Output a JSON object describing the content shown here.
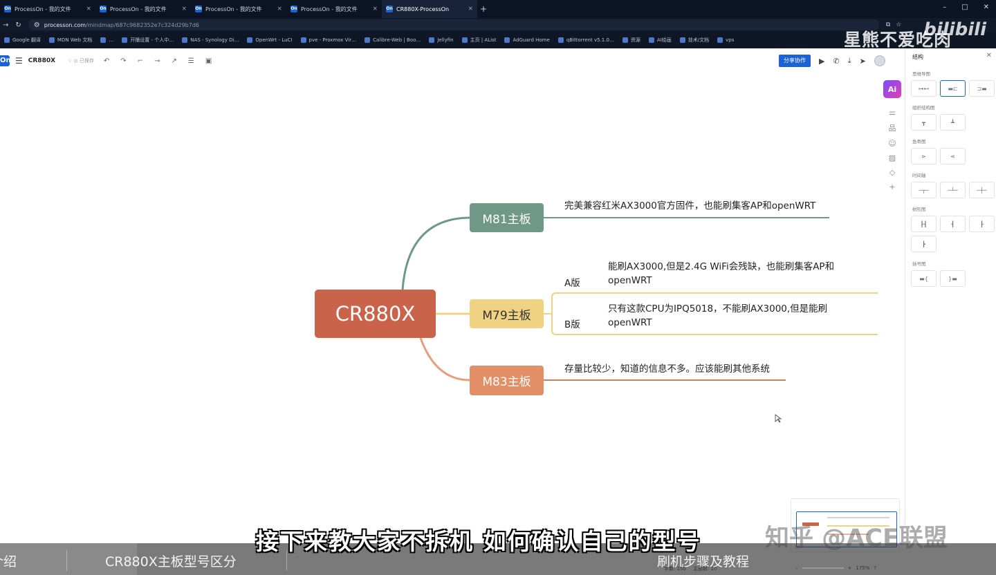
{
  "browser": {
    "tabs": [
      {
        "title": "ProcessOn - 我的文件",
        "active": false
      },
      {
        "title": "ProcessOn - 我的文件",
        "active": false
      },
      {
        "title": "ProcessOn - 我的文件",
        "active": false
      },
      {
        "title": "ProcessOn - 我的文件",
        "active": false
      },
      {
        "title": "CR880X-ProcessOn",
        "active": true
      }
    ],
    "url_host": "processon.com",
    "url_path": "/mindmap/687c9682352e7c324d29b7d6",
    "bookmarks": [
      "Google 翻译",
      "MDN Web 文档",
      "…",
      "开播设置 - 个人中…",
      "NAS - Synology Di…",
      "OpenWrt - LuCI",
      "pve - Proxmox Vir…",
      "Calibre-Web | Boo…",
      "Jellyfin",
      "主页 | AList",
      "AdGuard Home",
      "qBittorrent v5.1.0…",
      "资源",
      "AI绘画",
      "技术/文档",
      "vps"
    ]
  },
  "overlay": {
    "channel_watermark": "星熊不爱吃肉",
    "bili_logo": "bilibili",
    "subtitle": "接下来教大家不拆机 如何确认自己的型号",
    "zhihu_watermark": "知乎 @ACE联盟"
  },
  "app": {
    "logo": "On",
    "doc_title": "CR880X",
    "saved_label": "已保存",
    "share_label": "分享协作",
    "ai_label": "Ai"
  },
  "panel": {
    "title": "结构",
    "sections": [
      "思维导图",
      "组织结构图",
      "鱼骨图",
      "时间轴",
      "树形图",
      "括号图"
    ]
  },
  "mindmap": {
    "root": "CR880X",
    "branches": [
      {
        "label": "M81主板",
        "color": "#6f9886",
        "desc": "完美兼容红米AX3000官方固件，也能刷集客AP和openWRT"
      },
      {
        "label": "M79主板",
        "color": "#efd382",
        "versions": [
          {
            "name": "A版",
            "desc": "能刷AX3000,但是2.4G WiFi会残缺，也能刷集客AP和openWRT"
          },
          {
            "name": "B版",
            "desc": "只有这款CPU为IPQ5018，不能刷AX3000,但是能刷openWRT"
          }
        ]
      },
      {
        "label": "M83主板",
        "color": "#e28f67",
        "desc": "存量比较少，知道的信息不多。应该能刷其他系统"
      }
    ]
  },
  "chapters": [
    "介绍",
    "CR880X主板型号区分",
    "刷机步骤及教程"
  ],
  "status": {
    "count_label": "字数: 150",
    "topic_label": "主题数: 10",
    "zoom": "175%"
  }
}
